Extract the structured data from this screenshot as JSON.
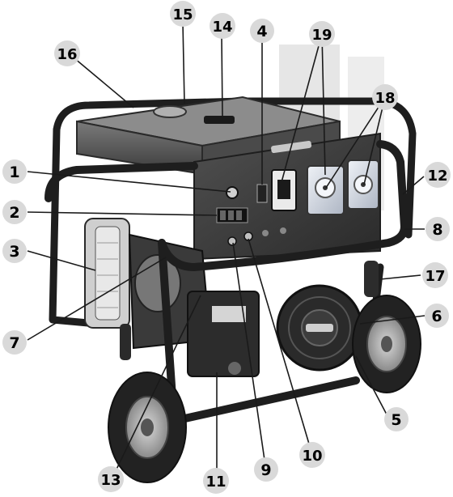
{
  "diagram": {
    "labels": [
      "1",
      "2",
      "3",
      "4",
      "5",
      "6",
      "7",
      "8",
      "9",
      "10",
      "11",
      "12",
      "13",
      "14",
      "15",
      "16",
      "17",
      "18",
      "19"
    ]
  },
  "colors": {
    "badge_fill": "#d9d9d9",
    "badge_text": "#000000",
    "leader_line": "#1a1a1a",
    "frame": "#1e1e1e",
    "body_dark": "#2c2c2c",
    "panel": "#3a3a3a",
    "socket": "#cfd6e2",
    "tire": "#222222",
    "hub": "#bfbfbf",
    "filter": "#c8c8c8"
  }
}
